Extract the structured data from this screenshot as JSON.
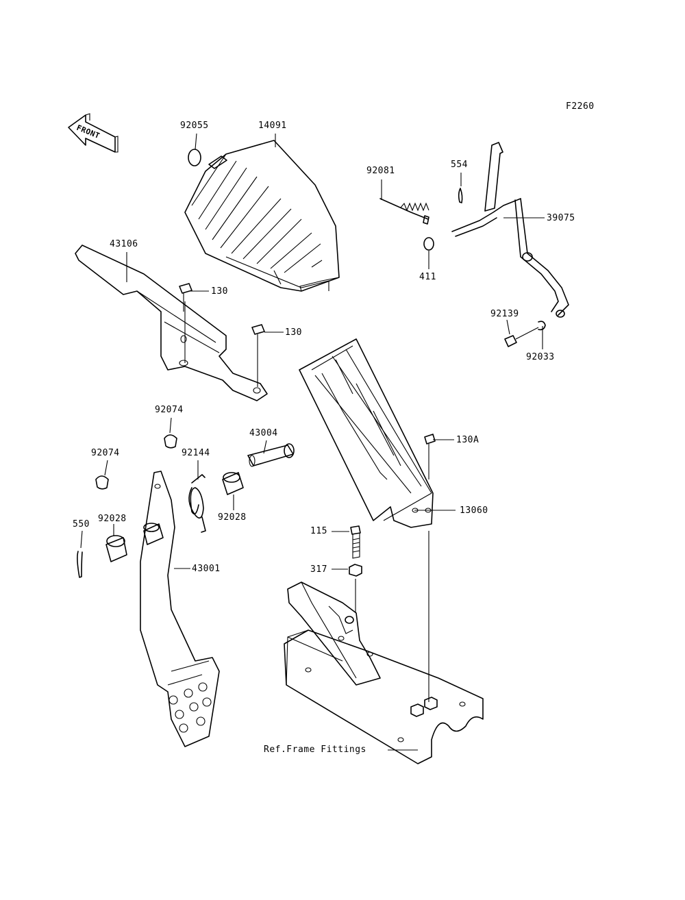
{
  "diagram": {
    "code": "F2260",
    "front_arrow": "FRONT",
    "ref_label": "Ref.Frame Fittings",
    "parts": [
      {
        "number": "92055"
      },
      {
        "number": "14091"
      },
      {
        "number": "92081"
      },
      {
        "number": "554"
      },
      {
        "number": "39075"
      },
      {
        "number": "411"
      },
      {
        "number": "43106"
      },
      {
        "number": "130"
      },
      {
        "number": "130"
      },
      {
        "number": "92139"
      },
      {
        "number": "92033"
      },
      {
        "number": "92074"
      },
      {
        "number": "43004"
      },
      {
        "number": "130A"
      },
      {
        "number": "92074"
      },
      {
        "number": "92144"
      },
      {
        "number": "550"
      },
      {
        "number": "92028"
      },
      {
        "number": "92028"
      },
      {
        "number": "13060"
      },
      {
        "number": "115"
      },
      {
        "number": "43001"
      },
      {
        "number": "317"
      }
    ]
  }
}
